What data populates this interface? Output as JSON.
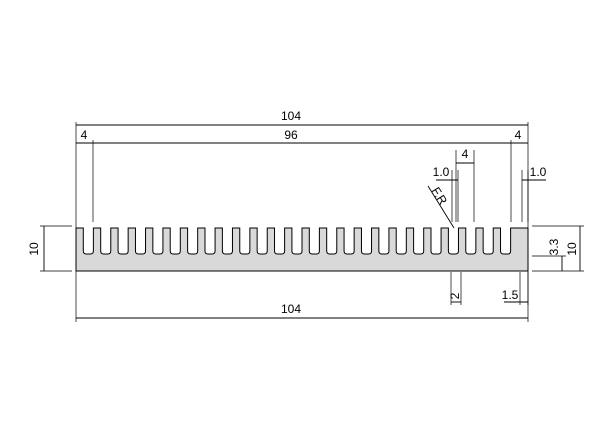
{
  "drawing": {
    "overall_width_top": "104",
    "edge_left": "4",
    "inner_width": "96",
    "edge_right": "4",
    "fin_pitch": "4",
    "fin_thickness_left": "1.0",
    "fin_thickness_right": "1.0",
    "fillet": "F.R",
    "height_left": "10",
    "height_right": "10",
    "base_thickness": "3.3",
    "fin_root": "2",
    "end_wall": "1.5",
    "overall_width_bottom": "104"
  },
  "profile": {
    "fin_count": 26,
    "body_fill": "#d9d9d9"
  }
}
